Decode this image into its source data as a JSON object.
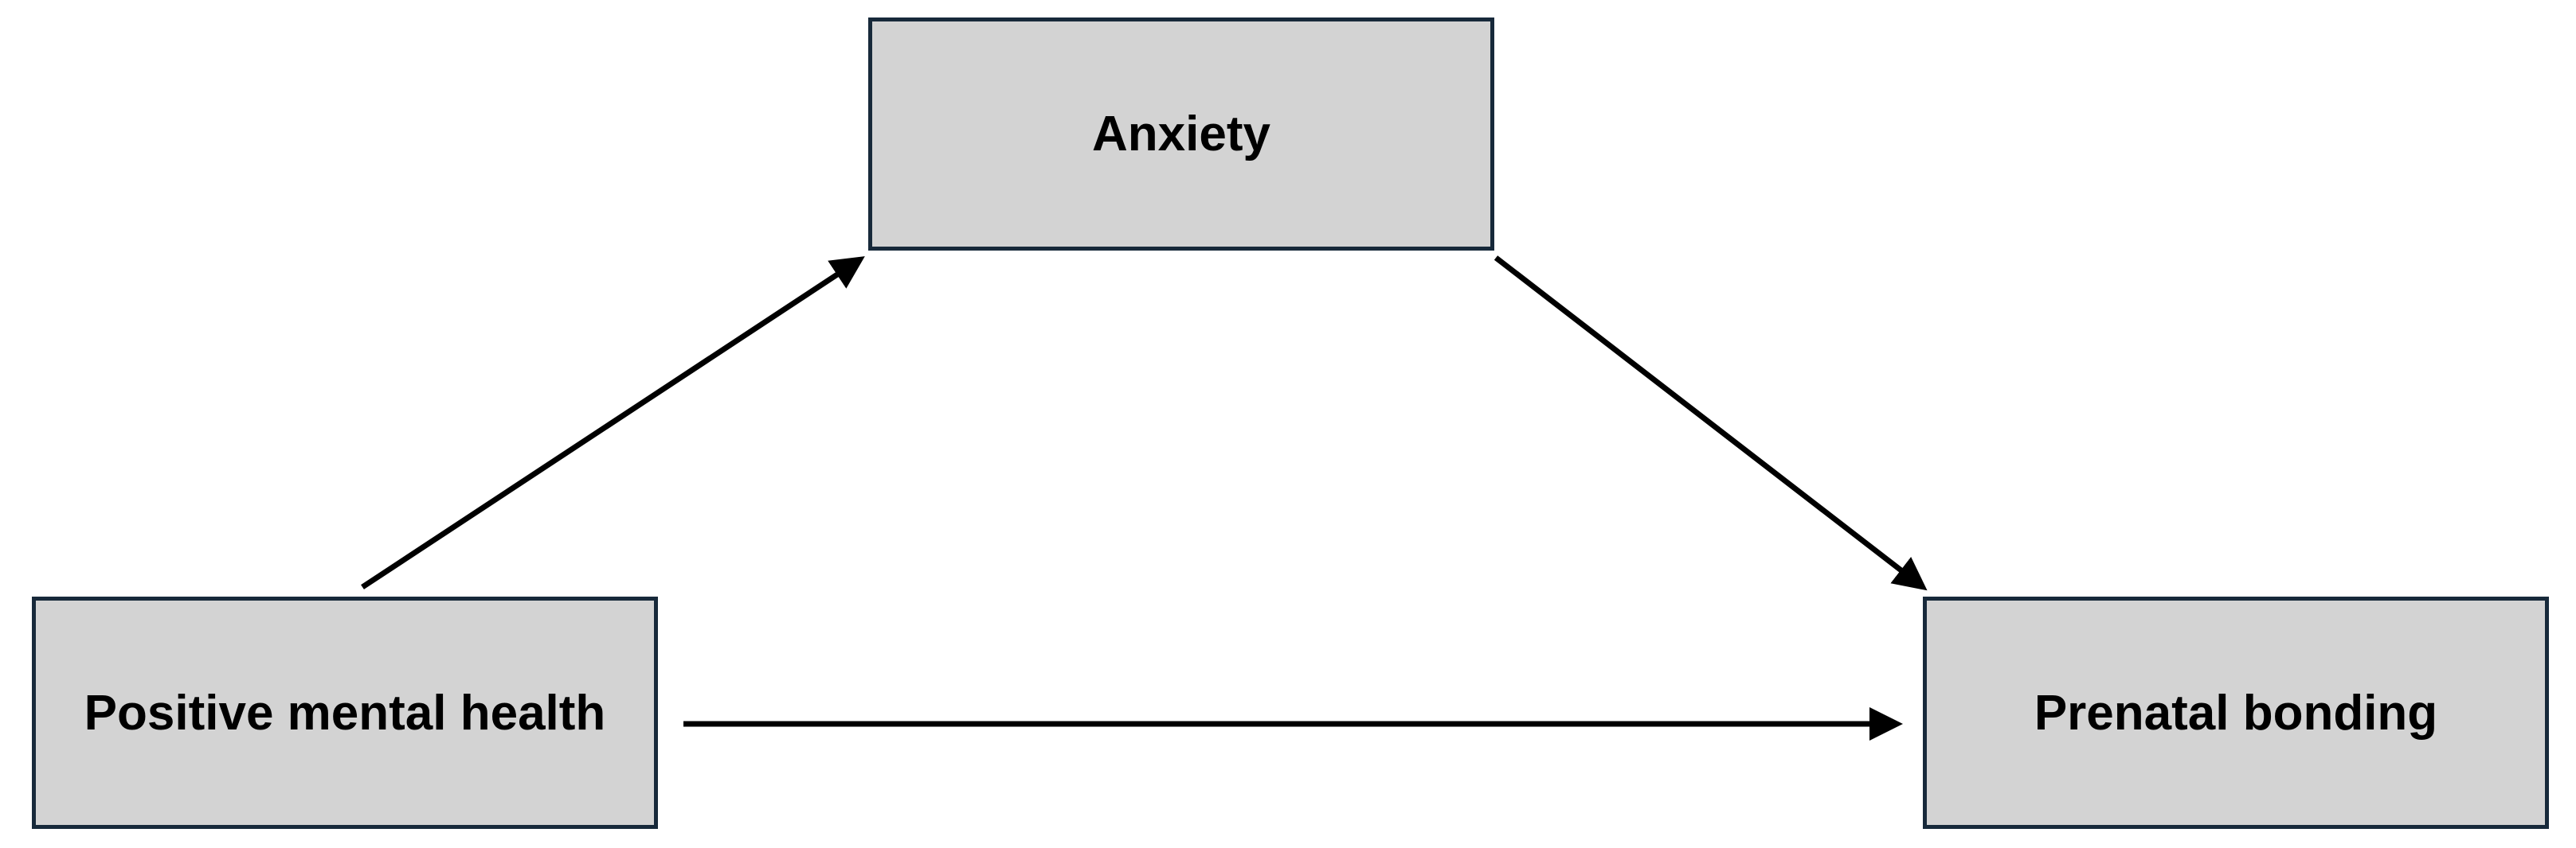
{
  "diagram": {
    "nodes": {
      "anxiety": {
        "label": "Anxiety"
      },
      "positive_mental_health": {
        "label": "Positive mental health"
      },
      "prenatal_bonding": {
        "label": "Prenatal bonding"
      }
    },
    "edges": [
      {
        "from": "positive_mental_health",
        "to": "anxiety"
      },
      {
        "from": "anxiety",
        "to": "prenatal_bonding"
      },
      {
        "from": "positive_mental_health",
        "to": "prenatal_bonding"
      }
    ],
    "colors": {
      "node_fill": "#d3d3d3",
      "node_border": "#17293a",
      "arrow": "#000000",
      "text": "#000000"
    }
  }
}
